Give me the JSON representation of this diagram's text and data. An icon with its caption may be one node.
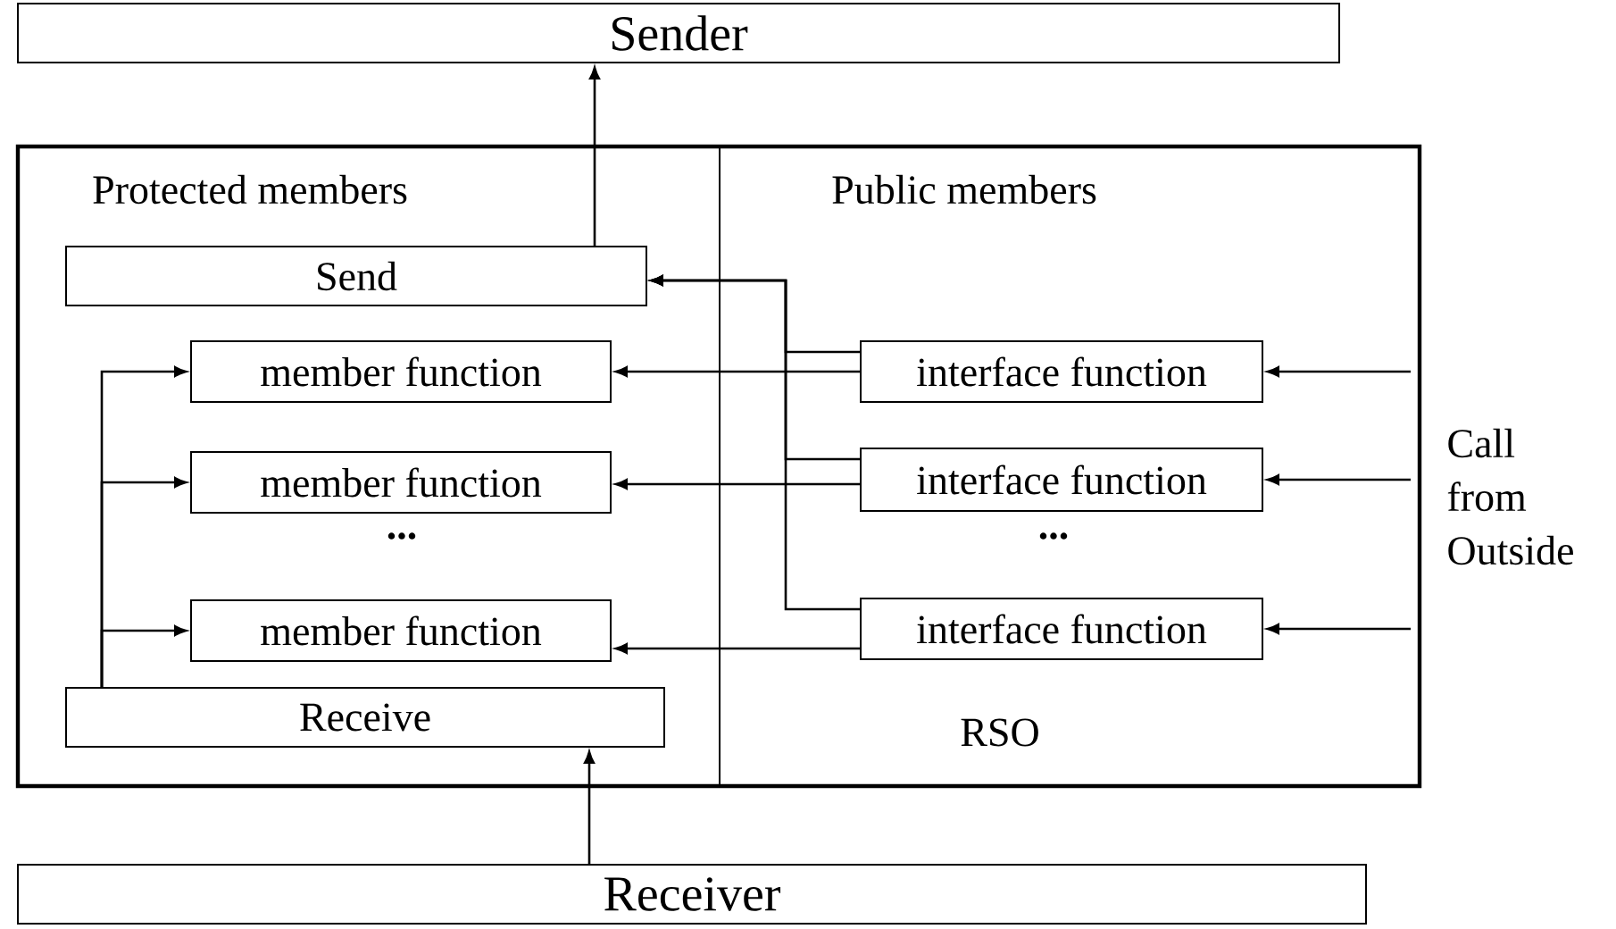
{
  "diagram": {
    "nodes": [
      {
        "text": [
          "Sender"
        ]
      },
      {
        "text": [
          "Protected members",
          "Public members",
          "RSO"
        ]
      },
      {
        "text": [
          "Send"
        ],
        "in": 1
      },
      {
        "text": [
          "member function"
        ],
        "in": 1
      },
      {
        "text": [
          "member function"
        ],
        "in": 1
      },
      {
        "text": [
          "member function"
        ],
        "in": 1
      },
      {
        "text": [
          "Receive"
        ],
        "in": 1
      },
      {
        "text": [
          "interface function"
        ],
        "in": 1
      },
      {
        "text": [
          "interface function"
        ],
        "in": 1
      },
      {
        "text": [
          "interface function"
        ],
        "in": 1
      },
      {
        "text": [
          "Receiver"
        ]
      }
    ],
    "edges": [
      {
        "from": 2,
        "to": 0,
        "arrow": "to"
      },
      {
        "from": 10,
        "to": 6,
        "arrow": "to"
      },
      {
        "from": 6,
        "to": 3,
        "arrow": "to"
      },
      {
        "from": 6,
        "to": 4,
        "arrow": "to"
      },
      {
        "from": 6,
        "to": 5,
        "arrow": "to"
      },
      {
        "from": 7,
        "to": 3,
        "arrow": "to"
      },
      {
        "from": 8,
        "to": 4,
        "arrow": "to"
      },
      {
        "from": 9,
        "to": 5,
        "arrow": "to"
      },
      {
        "from": 7,
        "to": 2,
        "arrow": "to"
      },
      {
        "from": 8,
        "to": 2,
        "arrow": "to"
      },
      {
        "from": 9,
        "to": 2,
        "arrow": "to"
      },
      {
        "from": null,
        "to": 7,
        "arrow": "to"
      },
      {
        "from": null,
        "to": 8,
        "arrow": "to"
      },
      {
        "from": null,
        "to": 9,
        "arrow": "to"
      }
    ],
    "labels": [
      "...",
      "...",
      "Call from Outside"
    ]
  }
}
